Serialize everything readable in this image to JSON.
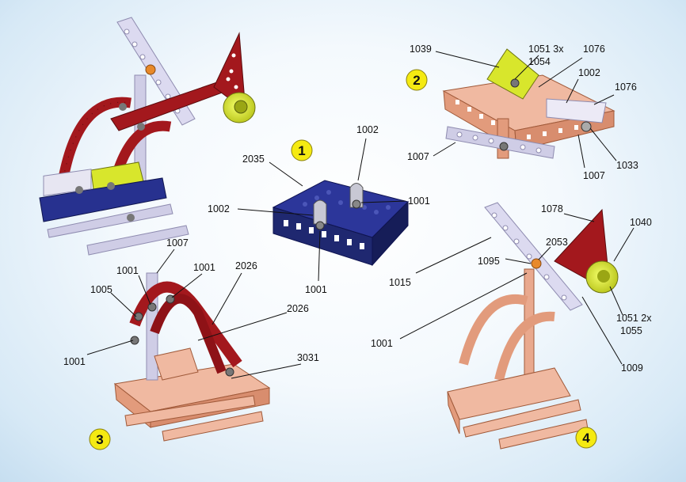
{
  "steps": [
    {
      "number": "1"
    },
    {
      "number": "2"
    },
    {
      "number": "3"
    },
    {
      "number": "4"
    }
  ],
  "labels": {
    "s1": [
      "2035",
      "1002",
      "1002",
      "1001",
      "1001"
    ],
    "s2": [
      "1039",
      "1051 3x",
      "1054",
      "1076",
      "1002",
      "1076",
      "1007",
      "1007",
      "1033"
    ],
    "s3": [
      "1007",
      "1001",
      "1001",
      "1005",
      "2026",
      "2026",
      "1001",
      "3031"
    ],
    "s4": [
      "1078",
      "1040",
      "2053",
      "1095",
      "1015",
      "1001",
      "1051 2x",
      "1055",
      "1009"
    ]
  },
  "colors": {
    "blue_plate": "#27318f",
    "red_strip": "#a3181d",
    "salmon": "#e9a98e",
    "lavender": "#cfcde6",
    "yellow_green": "#d8e62c",
    "step_badge": "#f5ea12",
    "orange_nut": "#e8892a"
  }
}
